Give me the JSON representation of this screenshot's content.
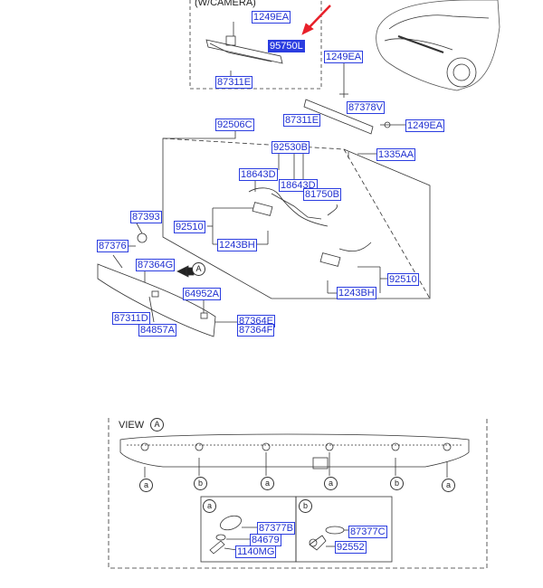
{
  "header_note": "(W/CAMERA)",
  "view_title": "VIEW",
  "view_letter": "A",
  "callout_letter": "A",
  "markers": {
    "a": "a",
    "b": "b"
  },
  "parts": {
    "p1249EA_top": "1249EA",
    "p95750L": "95750L",
    "p87311E_top": "87311E",
    "p1249EA_mid": "1249EA",
    "p87378V": "87378V",
    "p87311E_mid": "87311E",
    "p1249EA_right": "1249EA",
    "p92506C": "92506C",
    "p92530B": "92530B",
    "p1335AA": "1335AA",
    "p18643D_a": "18643D",
    "p18643D_b": "18643D",
    "p81750B": "81750B",
    "p87393": "87393",
    "p92510_left": "92510",
    "p87376": "87376",
    "p1243BH_left": "1243BH",
    "p87364G": "87364G",
    "p92510_right": "92510",
    "p1243BH_right": "1243BH",
    "p64952A": "64952A",
    "p87311D": "87311D",
    "p87364E": "87364E",
    "p87364F": "87364F",
    "p84857A": "84857A",
    "p87377B": "87377B",
    "p84679": "84679",
    "p1140MG": "1140MG",
    "p87377C": "87377C",
    "p92552": "92552"
  },
  "colors": {
    "label_border": "#2b3de0",
    "label_text": "#1f2fd0",
    "highlight": "#2b3de0",
    "arrow": "#e8202a",
    "line": "#333333"
  }
}
